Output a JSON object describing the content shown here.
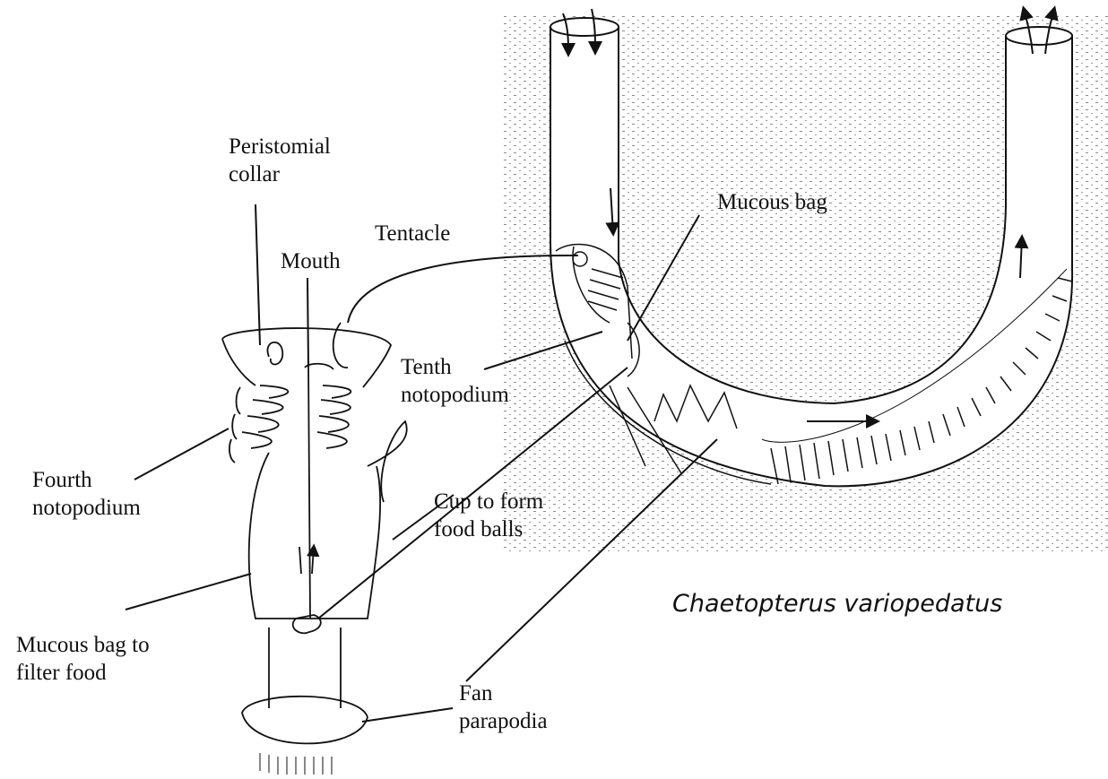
{
  "figure": {
    "species_name": "Chaetopterus variopedatus",
    "colors": {
      "ink": "#111111",
      "sand": "#7a7a7a",
      "background": "#ffffff"
    },
    "labels": {
      "peristomial_collar": [
        "Peristomial",
        "collar"
      ],
      "mouth": "Mouth",
      "tentacle": "Tentacle",
      "mucous_bag": "Mucous bag",
      "tenth_notopodium": [
        "Tenth",
        "notopodium"
      ],
      "fourth_notopodium": [
        "Fourth",
        "notopodium"
      ],
      "cup_to_form_food_balls": [
        "Cup to form",
        "food balls"
      ],
      "mucous_bag_to_filter_food": [
        "Mucous bag to",
        "filter food"
      ],
      "fan_parapodia": [
        "Fan",
        "parapodia"
      ]
    }
  }
}
